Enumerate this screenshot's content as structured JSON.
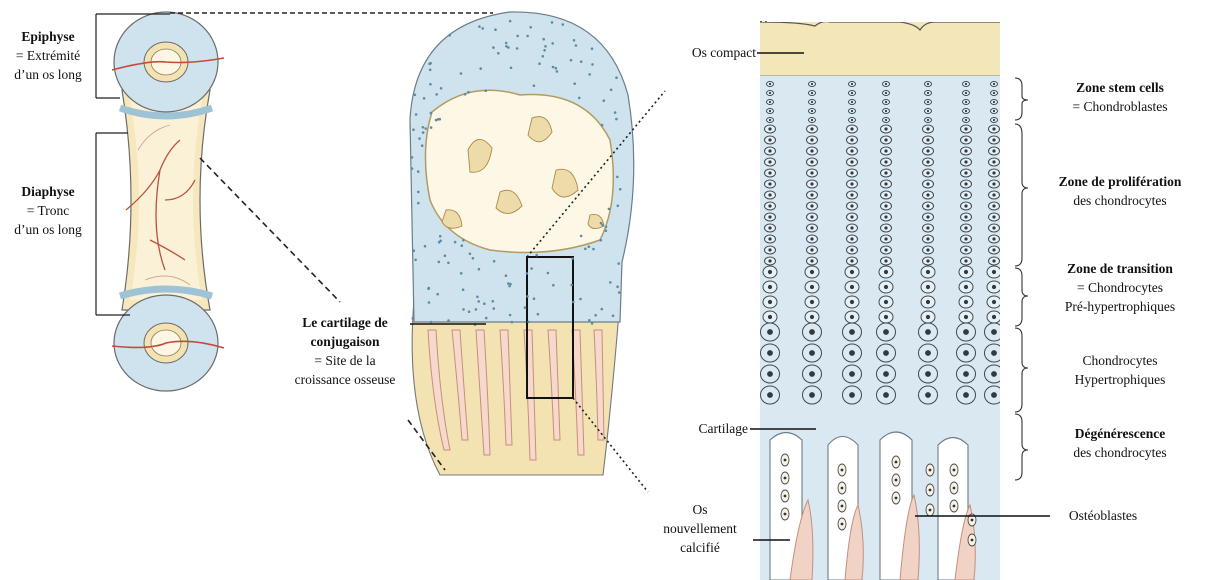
{
  "labels": {
    "epiphyse": {
      "title": "Epiphyse",
      "line1": "= Extrémité",
      "line2": "d’un os long"
    },
    "diaphyse": {
      "title": "Diaphyse",
      "line1": "= Tronc",
      "line2": "d’un os long"
    },
    "cartilage_conjugaison": {
      "title1": "Le cartilage de",
      "title2": "conjugaison",
      "line1": "= Site de la",
      "line2": "croissance osseuse"
    },
    "os_compact": "Os compact",
    "cartilage": "Cartilage",
    "os_calcifie": {
      "line1": "Os",
      "line2": "nouvellement",
      "line3": "calcifié"
    },
    "osteoblastes": "Ostéoblastes",
    "zones": [
      {
        "title": "Zone stem cells",
        "line1": "= Chondroblastes"
      },
      {
        "title": "Zone de prolifération",
        "line1": "des chondrocytes"
      },
      {
        "title": "Zone de transition",
        "line1": "= Chondrocytes",
        "line2": "Pré-hypertrophiques"
      },
      {
        "line1": "Chondrocytes",
        "line2": "Hypertrophiques"
      },
      {
        "title": "Dégénérescence",
        "line1": "des chondrocytes"
      }
    ]
  },
  "colors": {
    "cartilage_blue": "#cfe3ee",
    "bone_yellow": "#f3e3b3",
    "marrow_pink": "#f1d6cc",
    "vessel_red": "#c44b3a",
    "outline": "#5e6b73"
  }
}
